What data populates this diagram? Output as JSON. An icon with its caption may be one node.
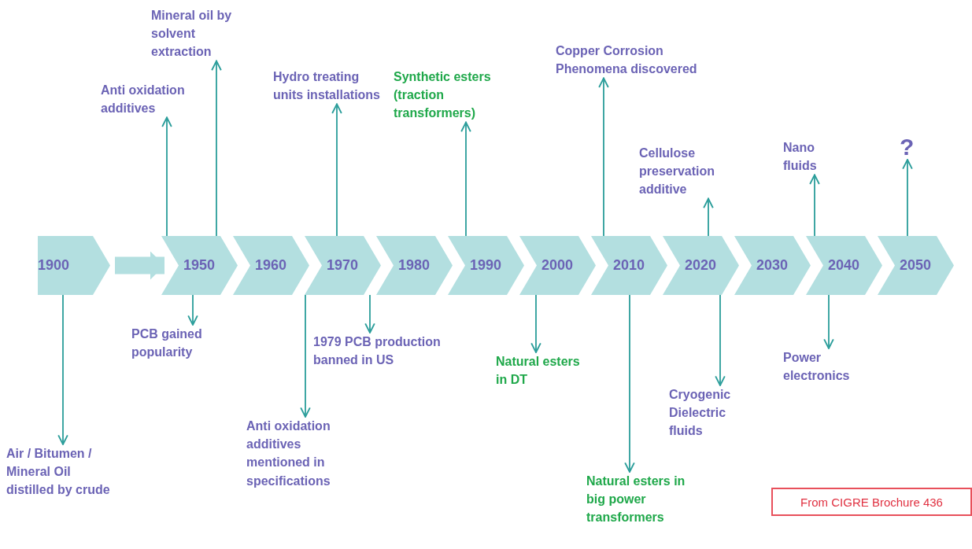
{
  "diagram": {
    "nodes": [
      {
        "text": [
          "1900"
        ]
      },
      {
        "text": [
          "1950"
        ]
      },
      {
        "text": [
          "1960"
        ]
      },
      {
        "text": [
          "1970"
        ]
      },
      {
        "text": [
          "1980"
        ]
      },
      {
        "text": [
          "1990"
        ]
      },
      {
        "text": [
          "2000"
        ]
      },
      {
        "text": [
          "2010"
        ]
      },
      {
        "text": [
          "2020"
        ]
      },
      {
        "text": [
          "2030"
        ]
      },
      {
        "text": [
          "2040"
        ]
      },
      {
        "text": [
          "2050"
        ]
      },
      {
        "text": [
          "Mineral oil by solvent extraction"
        ]
      },
      {
        "text": [
          "Anti oxidation additives"
        ]
      },
      {
        "text": [
          "Hydro treating units installations"
        ]
      },
      {
        "text": [
          "Synthetic esters (traction transformers)"
        ]
      },
      {
        "text": [
          "Copper Corrosion Phenomena discovered"
        ]
      },
      {
        "text": [
          "Cellulose preservation additive"
        ]
      },
      {
        "text": [
          "Nano fluids"
        ]
      },
      {
        "text": [
          "?"
        ]
      },
      {
        "text": [
          "PCB gained popularity"
        ]
      },
      {
        "text": [
          "1979 PCB production banned in US"
        ]
      },
      {
        "text": [
          "Natural esters in DT"
        ]
      },
      {
        "text": [
          "Power electronics"
        ]
      },
      {
        "text": [
          "Cryogenic Dielectric fluids"
        ]
      },
      {
        "text": [
          "Anti oxidation additives mentioned in specifications"
        ]
      },
      {
        "text": [
          "Natural esters in big power transformers"
        ]
      },
      {
        "text": [
          "Air / Bitumen / Mineral Oil distilled by crude"
        ]
      },
      {
        "text": [
          "From CIGRE Brochure 436"
        ]
      }
    ],
    "edges": [
      {
        "from": 0,
        "to": 1,
        "arrow": "to",
        "style": "thick",
        "color": "#b3dfe0"
      },
      {
        "from": 1,
        "to": 13,
        "arrow": "to"
      },
      {
        "from": 1,
        "to": 12,
        "arrow": "to"
      },
      {
        "from": 3,
        "to": 14,
        "arrow": "to"
      },
      {
        "from": 5,
        "to": 15,
        "arrow": "to"
      },
      {
        "from": 7,
        "to": 16,
        "arrow": "to"
      },
      {
        "from": 8,
        "to": 17,
        "arrow": "to"
      },
      {
        "from": 10,
        "to": 18,
        "arrow": "to"
      },
      {
        "from": 11,
        "to": 19,
        "arrow": "to"
      },
      {
        "from": 0,
        "to": 27,
        "arrow": "to"
      },
      {
        "from": 1,
        "to": 20,
        "arrow": "to"
      },
      {
        "from": 2,
        "to": 25,
        "arrow": "to"
      },
      {
        "from": 3,
        "to": 21,
        "arrow": "to"
      },
      {
        "from": 6,
        "to": 22,
        "arrow": "to"
      },
      {
        "from": 7,
        "to": 26,
        "arrow": "to"
      },
      {
        "from": 8,
        "to": 24,
        "arrow": "to"
      },
      {
        "from": 10,
        "to": 23,
        "arrow": "to"
      }
    ]
  }
}
